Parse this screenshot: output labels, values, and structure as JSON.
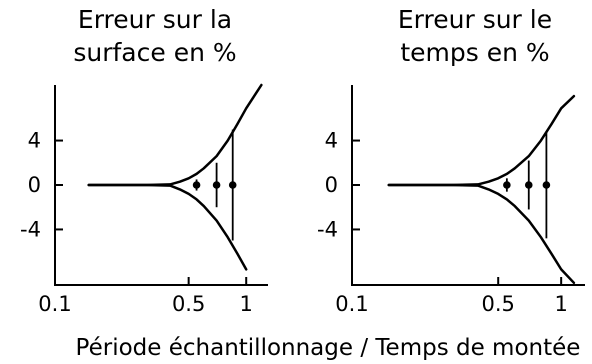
{
  "xlabel": "Période échantillonnage / Temps de montée",
  "chart_data": [
    {
      "type": "line",
      "title_lines": [
        "Erreur sur la",
        "surface en %"
      ],
      "xscale": "log",
      "xlim": [
        0.1,
        1.3
      ],
      "ylim": [
        -9,
        9
      ],
      "xticks": [
        0.1,
        0.5,
        1
      ],
      "xtick_labels": [
        "0.1",
        "0.5",
        "1"
      ],
      "yticks": [
        4,
        0,
        -4
      ],
      "ytick_labels": [
        "4",
        "0",
        "-4"
      ],
      "grid": false,
      "series": [
        {
          "x": [
            0.15,
            0.3,
            0.4,
            0.45,
            0.5,
            0.55,
            0.6,
            0.7,
            0.8,
            0.9,
            1.0,
            1.2
          ],
          "y": [
            0,
            0,
            0.05,
            0.3,
            0.6,
            1.0,
            1.5,
            2.6,
            4.0,
            5.5,
            6.9,
            9.0
          ]
        },
        {
          "x": [
            0.15,
            0.3,
            0.4,
            0.45,
            0.5,
            0.55,
            0.6,
            0.7,
            0.8,
            0.9,
            1.0
          ],
          "y": [
            0,
            0,
            -0.05,
            -0.4,
            -0.8,
            -1.3,
            -1.9,
            -3.2,
            -4.7,
            -6.2,
            -7.6
          ]
        }
      ],
      "points": [
        {
          "x": 0.55,
          "y": 0,
          "ymin": -0.5,
          "ymax": 0.5
        },
        {
          "x": 0.7,
          "y": 0,
          "ymin": -2.0,
          "ymax": 2.0
        },
        {
          "x": 0.85,
          "y": 0,
          "ymin": -5.0,
          "ymax": 5.0
        }
      ]
    },
    {
      "type": "line",
      "title_lines": [
        "Erreur sur le",
        "temps en %"
      ],
      "xscale": "log",
      "xlim": [
        0.1,
        1.3
      ],
      "ylim": [
        -9,
        9
      ],
      "xticks": [
        0.1,
        0.5,
        1
      ],
      "xtick_labels": [
        "0.1",
        "0.5",
        "1"
      ],
      "yticks": [
        4,
        0,
        -4
      ],
      "ytick_labels": [
        "4",
        "0",
        "-4"
      ],
      "grid": false,
      "series": [
        {
          "x": [
            0.15,
            0.3,
            0.4,
            0.45,
            0.5,
            0.55,
            0.6,
            0.7,
            0.8,
            0.9,
            1.0,
            1.15
          ],
          "y": [
            0,
            0,
            0.05,
            0.3,
            0.6,
            1.0,
            1.5,
            2.6,
            4.0,
            5.5,
            6.9,
            8.0
          ]
        },
        {
          "x": [
            0.15,
            0.3,
            0.4,
            0.45,
            0.5,
            0.55,
            0.6,
            0.7,
            0.8,
            0.9,
            1.0,
            1.15
          ],
          "y": [
            0,
            0,
            -0.05,
            -0.4,
            -0.8,
            -1.3,
            -1.9,
            -3.2,
            -4.7,
            -6.2,
            -7.6,
            -8.8
          ]
        }
      ],
      "points": [
        {
          "x": 0.55,
          "y": 0,
          "ymin": -0.6,
          "ymax": 0.6
        },
        {
          "x": 0.7,
          "y": 0,
          "ymin": -2.2,
          "ymax": 2.2
        },
        {
          "x": 0.85,
          "y": 0,
          "ymin": -4.8,
          "ymax": 4.8
        }
      ]
    }
  ]
}
